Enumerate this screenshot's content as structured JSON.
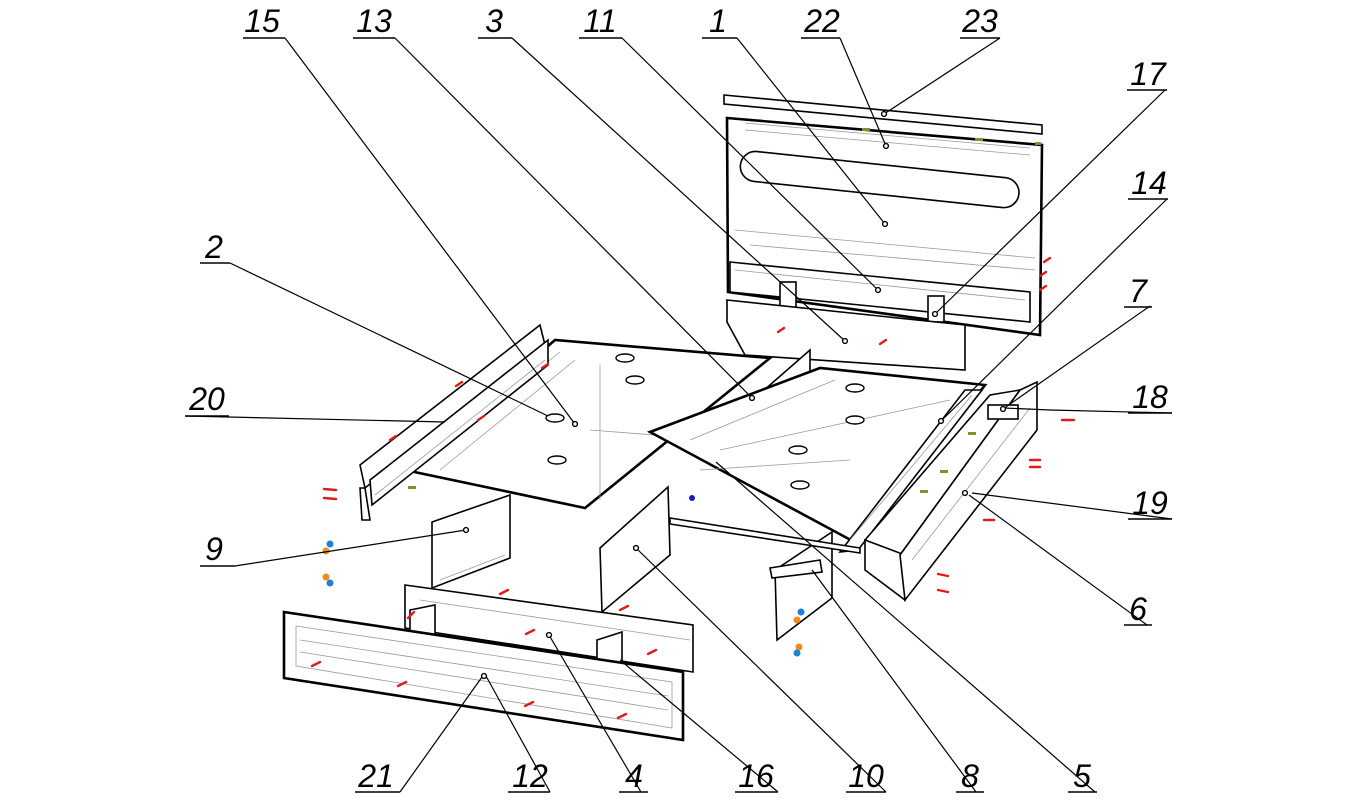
{
  "title": "Exploded assembly diagram of bed with storage drawers",
  "colors": {
    "line": "#000000",
    "fastener_red": "#e01c1c",
    "fastener_blue": "#1e7fd8",
    "fastener_orange": "#f08c1e",
    "fastener_olive": "#8c8c2a"
  },
  "callouts": [
    {
      "id": "c1",
      "label": "1"
    },
    {
      "id": "c2",
      "label": "2"
    },
    {
      "id": "c3",
      "label": "3"
    },
    {
      "id": "c4",
      "label": "4"
    },
    {
      "id": "c5",
      "label": "5"
    },
    {
      "id": "c6",
      "label": "6"
    },
    {
      "id": "c7",
      "label": "7"
    },
    {
      "id": "c8",
      "label": "8"
    },
    {
      "id": "c9",
      "label": "9"
    },
    {
      "id": "c10",
      "label": "10"
    },
    {
      "id": "c11",
      "label": "11"
    },
    {
      "id": "c12",
      "label": "12"
    },
    {
      "id": "c13",
      "label": "13"
    },
    {
      "id": "c14",
      "label": "14"
    },
    {
      "id": "c15",
      "label": "15"
    },
    {
      "id": "c16",
      "label": "16"
    },
    {
      "id": "c17",
      "label": "17"
    },
    {
      "id": "c18",
      "label": "18"
    },
    {
      "id": "c19",
      "label": "19"
    },
    {
      "id": "c20",
      "label": "20"
    },
    {
      "id": "c21",
      "label": "21"
    },
    {
      "id": "c22",
      "label": "22"
    },
    {
      "id": "c23",
      "label": "23"
    }
  ]
}
